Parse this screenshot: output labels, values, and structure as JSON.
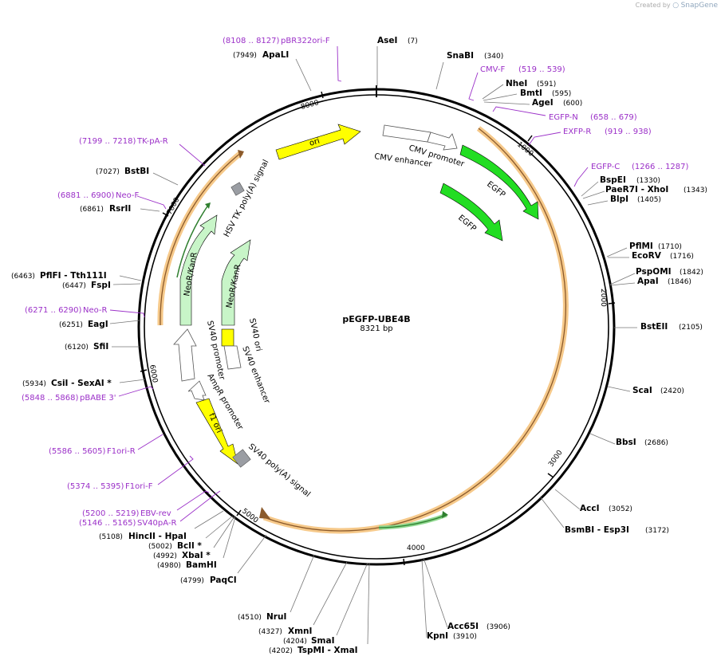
{
  "credit": {
    "prefix": "Created by",
    "brand": "SnapGene"
  },
  "plasmid": {
    "name": "pEGFP-UBE4B",
    "size": "8321 bp",
    "length": 8321
  },
  "ticks": [
    "1000",
    "2000",
    "3000",
    "4000",
    "5000",
    "6000",
    "7000",
    "8000"
  ],
  "sites": [
    {
      "name": "AseI",
      "pos": "(7)",
      "bp": 7
    },
    {
      "name": "SnaBI",
      "pos": "(340)",
      "bp": 340
    },
    {
      "name": "NheI",
      "pos": "(591)",
      "bp": 591
    },
    {
      "name": "BmtI",
      "pos": "(595)",
      "bp": 595
    },
    {
      "name": "AgeI",
      "pos": "(600)",
      "bp": 600
    },
    {
      "name": "BspEI",
      "pos": "(1330)",
      "bp": 1330
    },
    {
      "name": "PaeR7I  - XhoI",
      "pos": "(1343)",
      "bp": 1343
    },
    {
      "name": "BlpI",
      "pos": "(1405)",
      "bp": 1405
    },
    {
      "name": "PflMI",
      "pos": "(1710)",
      "bp": 1710
    },
    {
      "name": "EcoRV",
      "pos": "(1716)",
      "bp": 1716
    },
    {
      "name": "PspOMI",
      "pos": "(1842)",
      "bp": 1842
    },
    {
      "name": "ApaI",
      "pos": "(1846)",
      "bp": 1846
    },
    {
      "name": "BstEII",
      "pos": "(2105)",
      "bp": 2105
    },
    {
      "name": "ScaI",
      "pos": "(2420)",
      "bp": 2420
    },
    {
      "name": "BbsI",
      "pos": "(2686)",
      "bp": 2686
    },
    {
      "name": "AccI",
      "pos": "(3052)",
      "bp": 3052
    },
    {
      "name": "BsmBI  - Esp3I",
      "pos": "(3172)",
      "bp": 3172
    },
    {
      "name": "Acc65I",
      "pos": "(3906)",
      "bp": 3906
    },
    {
      "name": "KpnI",
      "pos": "(3910)",
      "bp": 3910
    },
    {
      "name": "TspMI  - XmaI",
      "pos": "(4202)",
      "bp": 4202
    },
    {
      "name": "SmaI",
      "pos": "(4204)",
      "bp": 4204
    },
    {
      "name": "XmnI",
      "pos": "(4327)",
      "bp": 4327
    },
    {
      "name": "NruI",
      "pos": "(4510)",
      "bp": 4510
    },
    {
      "name": "PaqCI",
      "pos": "(4799)",
      "bp": 4799
    },
    {
      "name": "BamHI",
      "pos": "(4980)",
      "bp": 4980
    },
    {
      "name": "XbaI *",
      "pos": "(4992)",
      "bp": 4992
    },
    {
      "name": "BclI *",
      "pos": "(5002)",
      "bp": 5002
    },
    {
      "name": "HincII  - HpaI",
      "pos": "(5108)",
      "bp": 5108
    },
    {
      "name": "CsiI  - SexAI *",
      "pos": "(5934)",
      "bp": 5934
    },
    {
      "name": "SfiI",
      "pos": "(6120)",
      "bp": 6120
    },
    {
      "name": "EagI",
      "pos": "(6251)",
      "bp": 6251
    },
    {
      "name": "FspI",
      "pos": "(6447)",
      "bp": 6447
    },
    {
      "name": "PflFI  - Tth111I",
      "pos": "(6463)",
      "bp": 6463
    },
    {
      "name": "RsrII",
      "pos": "(6861)",
      "bp": 6861
    },
    {
      "name": "BstBI",
      "pos": "(7027)",
      "bp": 7027
    },
    {
      "name": "ApaLI",
      "pos": "(7949)",
      "bp": 7949
    }
  ],
  "primers": [
    {
      "name": "pBR322ori-F",
      "pos": "(8108 .. 8127)"
    },
    {
      "name": "CMV-F",
      "pos": "(519 .. 539)"
    },
    {
      "name": "EGFP-N",
      "pos": "(658 .. 679)"
    },
    {
      "name": "EXFP-R",
      "pos": "(919 .. 938)"
    },
    {
      "name": "EGFP-C",
      "pos": "(1266 .. 1287)"
    },
    {
      "name": "TK-pA-R",
      "pos": "(7199 .. 7218)"
    },
    {
      "name": "Neo-F",
      "pos": "(6881 .. 6900)"
    },
    {
      "name": "Neo-R",
      "pos": "(6271 .. 6290)"
    },
    {
      "name": "pBABE 3'",
      "pos": "(5848 .. 5868)"
    },
    {
      "name": "F1ori-R",
      "pos": "(5586 .. 5605)"
    },
    {
      "name": "F1ori-F",
      "pos": "(5374 .. 5395)"
    },
    {
      "name": "EBV-rev",
      "pos": "(5200 .. 5219)"
    },
    {
      "name": "SV40pA-R",
      "pos": "(5146 .. 5165)"
    }
  ],
  "features": {
    "ori": "ori",
    "cmv_promoter": "CMV promoter",
    "cmv_enhancer": "CMV enhancer",
    "egfp1": "EGFP",
    "egfp2": "EGFP",
    "hsv_tk": "HSV TK poly(A) signal",
    "neo1": "NeoR/KanR",
    "neo2": "NeoR/KanR",
    "sv40_ori": "SV40 ori",
    "sv40_promoter": "SV40 promoter",
    "sv40_enhancer": "SV40 enhancer",
    "ampr_promoter": "AmpR promoter",
    "f1_ori": "f1 ori",
    "sv40_polya": "SV40 poly(A) signal"
  },
  "colors": {
    "primer": "#9b30c8",
    "egfp": "#22dd22",
    "ori_feature": "#ffff00",
    "neo": "#c8f5c8",
    "terminator": "#9a9da3",
    "orf_glow": "#f6c98a",
    "orf_line": "#8b5a2b"
  }
}
